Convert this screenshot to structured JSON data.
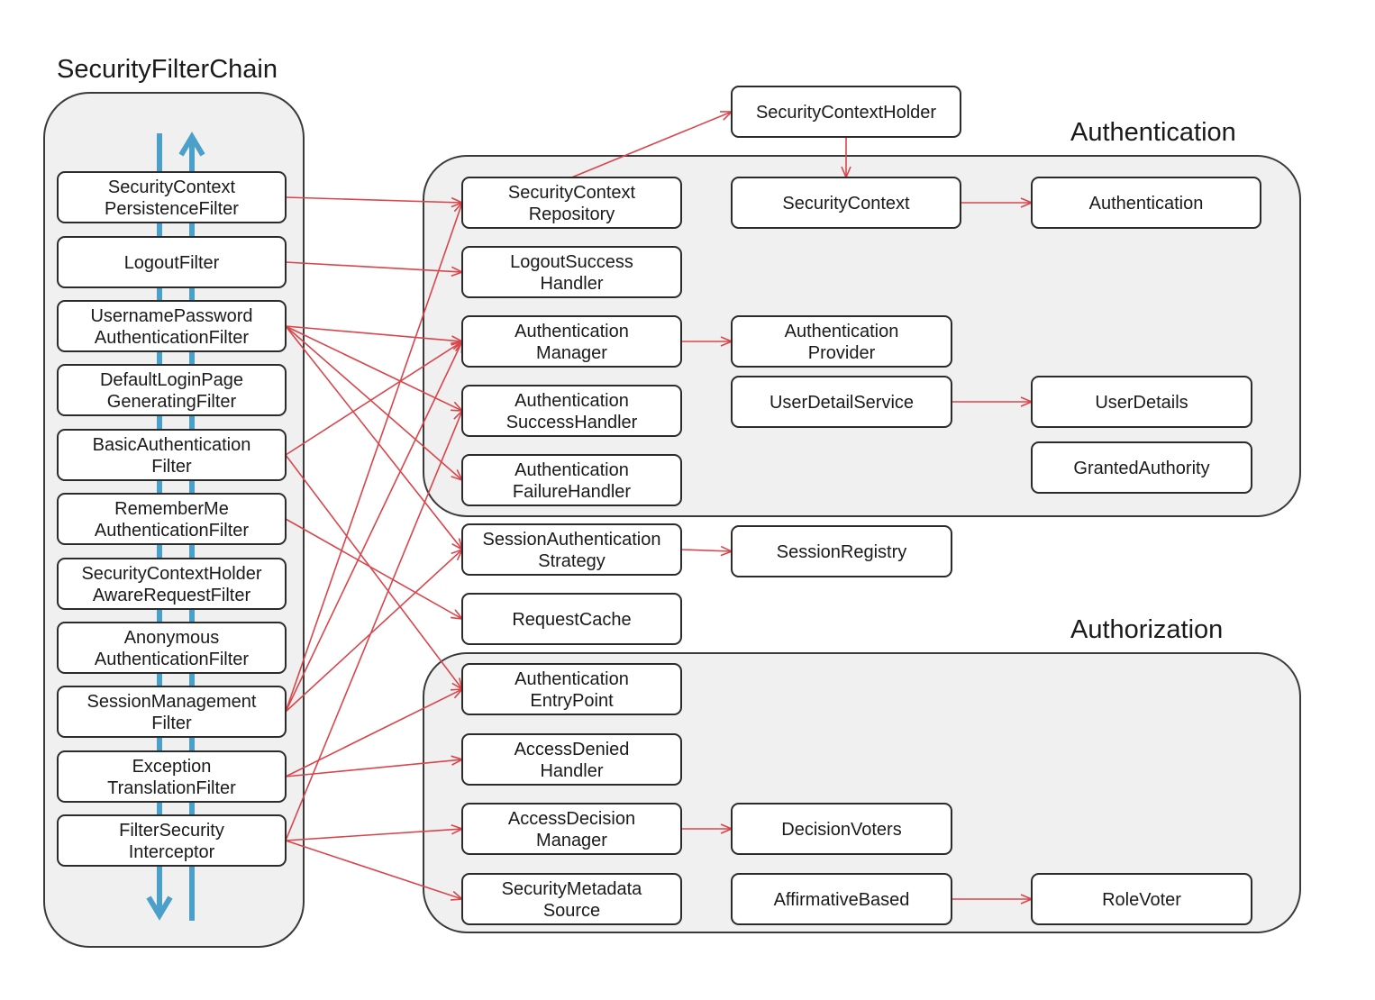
{
  "headings": {
    "chain": "SecurityFilterChain",
    "authentication": "Authentication",
    "authorization": "Authorization"
  },
  "colors": {
    "edge": "#d9454a",
    "flow": "#4aa0c8",
    "group_fill": "#f0f0f0",
    "node_border": "#2b2b2b"
  },
  "filters": [
    {
      "id": "f1",
      "lines": [
        "SecurityContext",
        "PersistenceFilter"
      ]
    },
    {
      "id": "f2",
      "lines": [
        "LogoutFilter"
      ]
    },
    {
      "id": "f3",
      "lines": [
        "UsernamePassword",
        "AuthenticationFilter"
      ]
    },
    {
      "id": "f4",
      "lines": [
        "DefaultLoginPage",
        "GeneratingFilter"
      ]
    },
    {
      "id": "f5",
      "lines": [
        "BasicAuthentication",
        "Filter"
      ]
    },
    {
      "id": "f6",
      "lines": [
        "RememberMe",
        "AuthenticationFilter"
      ]
    },
    {
      "id": "f7",
      "lines": [
        "SecurityContextHolder",
        "AwareRequestFilter"
      ]
    },
    {
      "id": "f8",
      "lines": [
        "Anonymous",
        "AuthenticationFilter"
      ]
    },
    {
      "id": "f9",
      "lines": [
        "SessionManagement",
        "Filter"
      ]
    },
    {
      "id": "f10",
      "lines": [
        "Exception",
        "TranslationFilter"
      ]
    },
    {
      "id": "f11",
      "lines": [
        "FilterSecurity",
        "Interceptor"
      ]
    }
  ],
  "components": [
    {
      "id": "sch",
      "lines": [
        "SecurityContextHolder"
      ]
    },
    {
      "id": "scr",
      "lines": [
        "SecurityContext",
        "Repository"
      ]
    },
    {
      "id": "sc",
      "lines": [
        "SecurityContext"
      ]
    },
    {
      "id": "auth",
      "lines": [
        "Authentication"
      ]
    },
    {
      "id": "lsh",
      "lines": [
        "LogoutSuccess",
        "Handler"
      ]
    },
    {
      "id": "am",
      "lines": [
        "Authentication",
        "Manager"
      ]
    },
    {
      "id": "ap",
      "lines": [
        "Authentication",
        "Provider"
      ]
    },
    {
      "id": "ash",
      "lines": [
        "Authentication",
        "SuccessHandler"
      ]
    },
    {
      "id": "uds",
      "lines": [
        "UserDetailService"
      ]
    },
    {
      "id": "ud",
      "lines": [
        "UserDetails"
      ]
    },
    {
      "id": "afh",
      "lines": [
        "Authentication",
        "FailureHandler"
      ]
    },
    {
      "id": "ga",
      "lines": [
        "GrantedAuthority"
      ]
    },
    {
      "id": "sas",
      "lines": [
        "SessionAuthentication",
        "Strategy"
      ]
    },
    {
      "id": "sr",
      "lines": [
        "SessionRegistry"
      ]
    },
    {
      "id": "rc",
      "lines": [
        "RequestCache"
      ]
    },
    {
      "id": "aep",
      "lines": [
        "Authentication",
        "EntryPoint"
      ]
    },
    {
      "id": "adh",
      "lines": [
        "AccessDenied",
        "Handler"
      ]
    },
    {
      "id": "adm",
      "lines": [
        "AccessDecision",
        "Manager"
      ]
    },
    {
      "id": "dv",
      "lines": [
        "DecisionVoters"
      ]
    },
    {
      "id": "sms",
      "lines": [
        "SecurityMetadata",
        "Source"
      ]
    },
    {
      "id": "affb",
      "lines": [
        "AffirmativeBased"
      ]
    },
    {
      "id": "rv",
      "lines": [
        "RoleVoter"
      ]
    }
  ],
  "edges": [
    [
      "f1",
      "scr"
    ],
    [
      "f2",
      "lsh"
    ],
    [
      "f3",
      "am"
    ],
    [
      "f3",
      "ash"
    ],
    [
      "f3",
      "afh"
    ],
    [
      "f3",
      "sas"
    ],
    [
      "f5",
      "am"
    ],
    [
      "f5",
      "aep"
    ],
    [
      "f6",
      "rc"
    ],
    [
      "f9",
      "scr"
    ],
    [
      "f9",
      "am"
    ],
    [
      "f9",
      "sas"
    ],
    [
      "f10",
      "aep"
    ],
    [
      "f10",
      "adh"
    ],
    [
      "f11",
      "adm"
    ],
    [
      "f11",
      "sms"
    ],
    [
      "f11",
      "ash"
    ],
    [
      "scr",
      "sch"
    ],
    [
      "sch",
      "sc"
    ],
    [
      "sc",
      "auth"
    ],
    [
      "am",
      "ap"
    ],
    [
      "uds",
      "ud"
    ],
    [
      "sas",
      "sr"
    ],
    [
      "adm",
      "dv"
    ],
    [
      "affb",
      "rv"
    ]
  ]
}
